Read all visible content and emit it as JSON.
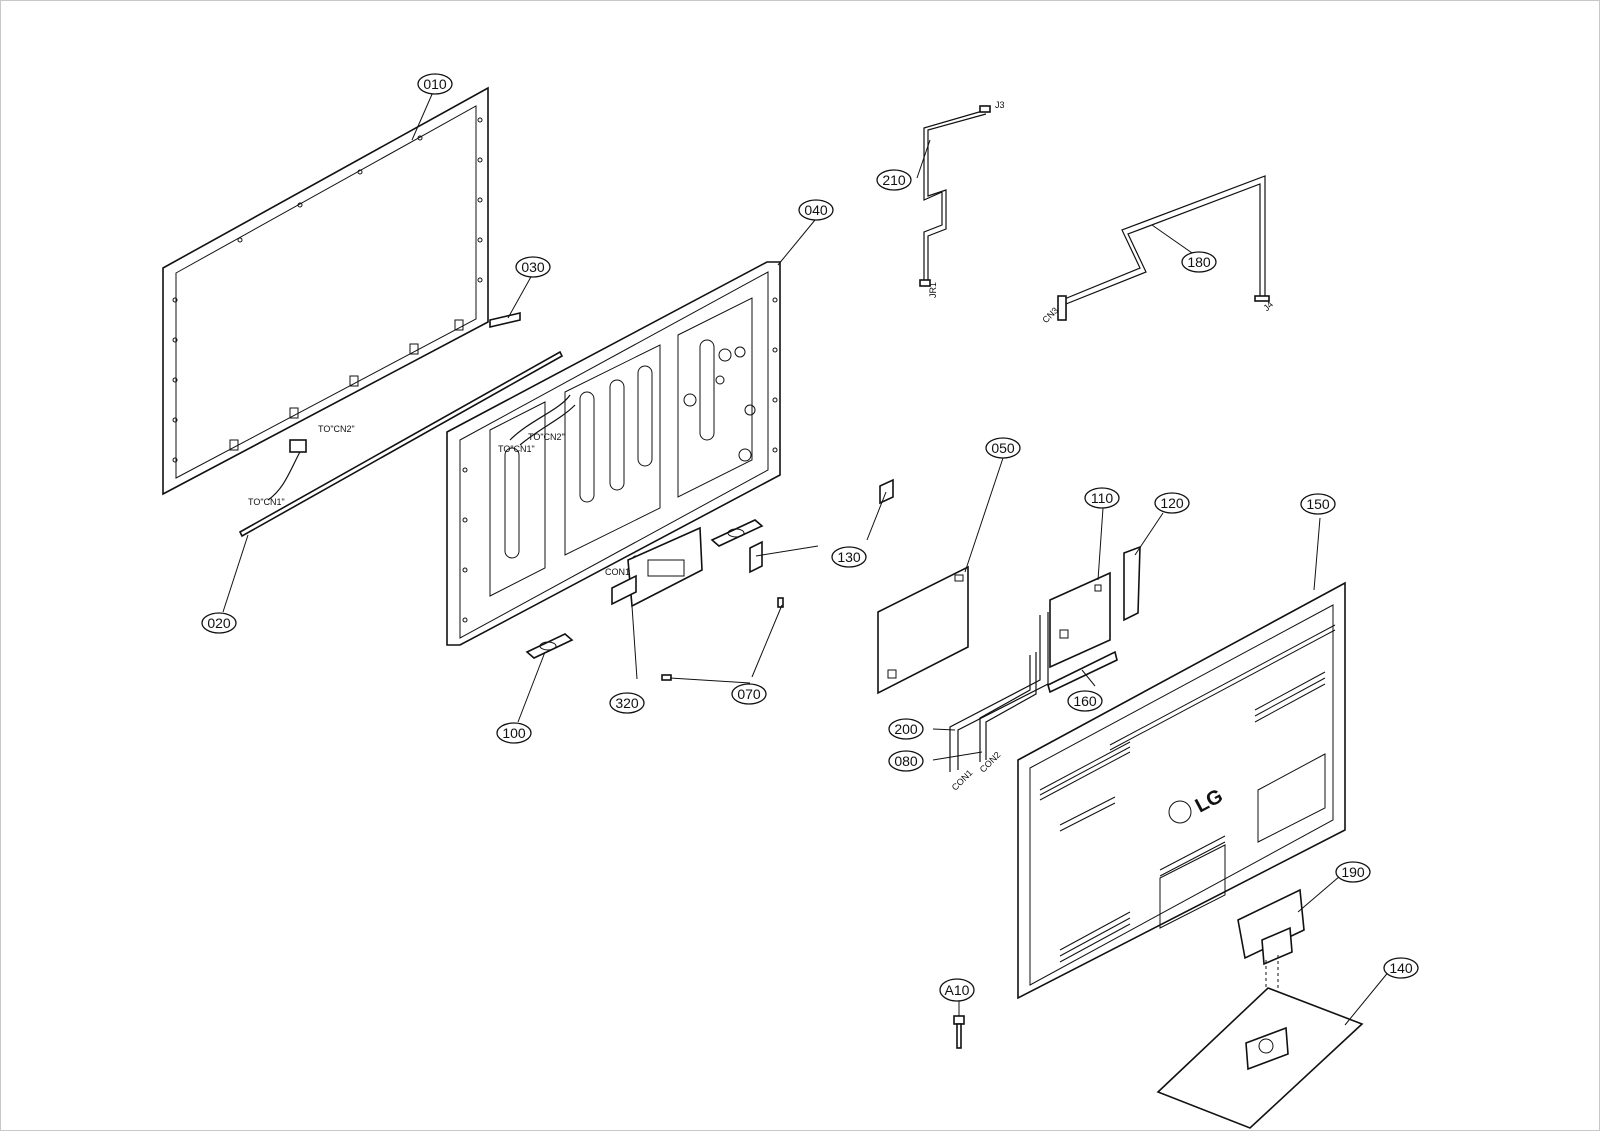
{
  "title": "",
  "callouts": [
    {
      "id": "010",
      "text": "010"
    },
    {
      "id": "020",
      "text": "020"
    },
    {
      "id": "030",
      "text": "030"
    },
    {
      "id": "040",
      "text": "040"
    },
    {
      "id": "050",
      "text": "050"
    },
    {
      "id": "070",
      "text": "070"
    },
    {
      "id": "080",
      "text": "080"
    },
    {
      "id": "100",
      "text": "100"
    },
    {
      "id": "110",
      "text": "110"
    },
    {
      "id": "120",
      "text": "120"
    },
    {
      "id": "130",
      "text": "130"
    },
    {
      "id": "140",
      "text": "140"
    },
    {
      "id": "150",
      "text": "150"
    },
    {
      "id": "160",
      "text": "160"
    },
    {
      "id": "180",
      "text": "180"
    },
    {
      "id": "190",
      "text": "190"
    },
    {
      "id": "200",
      "text": "200"
    },
    {
      "id": "210",
      "text": "210"
    },
    {
      "id": "320",
      "text": "320"
    },
    {
      "id": "A10",
      "text": "A10"
    }
  ],
  "connector_labels": {
    "j3": "J3",
    "jr1": "JR1",
    "cn3": "CN3",
    "j4": "J4",
    "con1": "CON1",
    "con2": "CON2",
    "to_cn1": "TO\"CN1\"",
    "to_cn2": "TO\"CN2\""
  },
  "brand_logo_text": "LG"
}
